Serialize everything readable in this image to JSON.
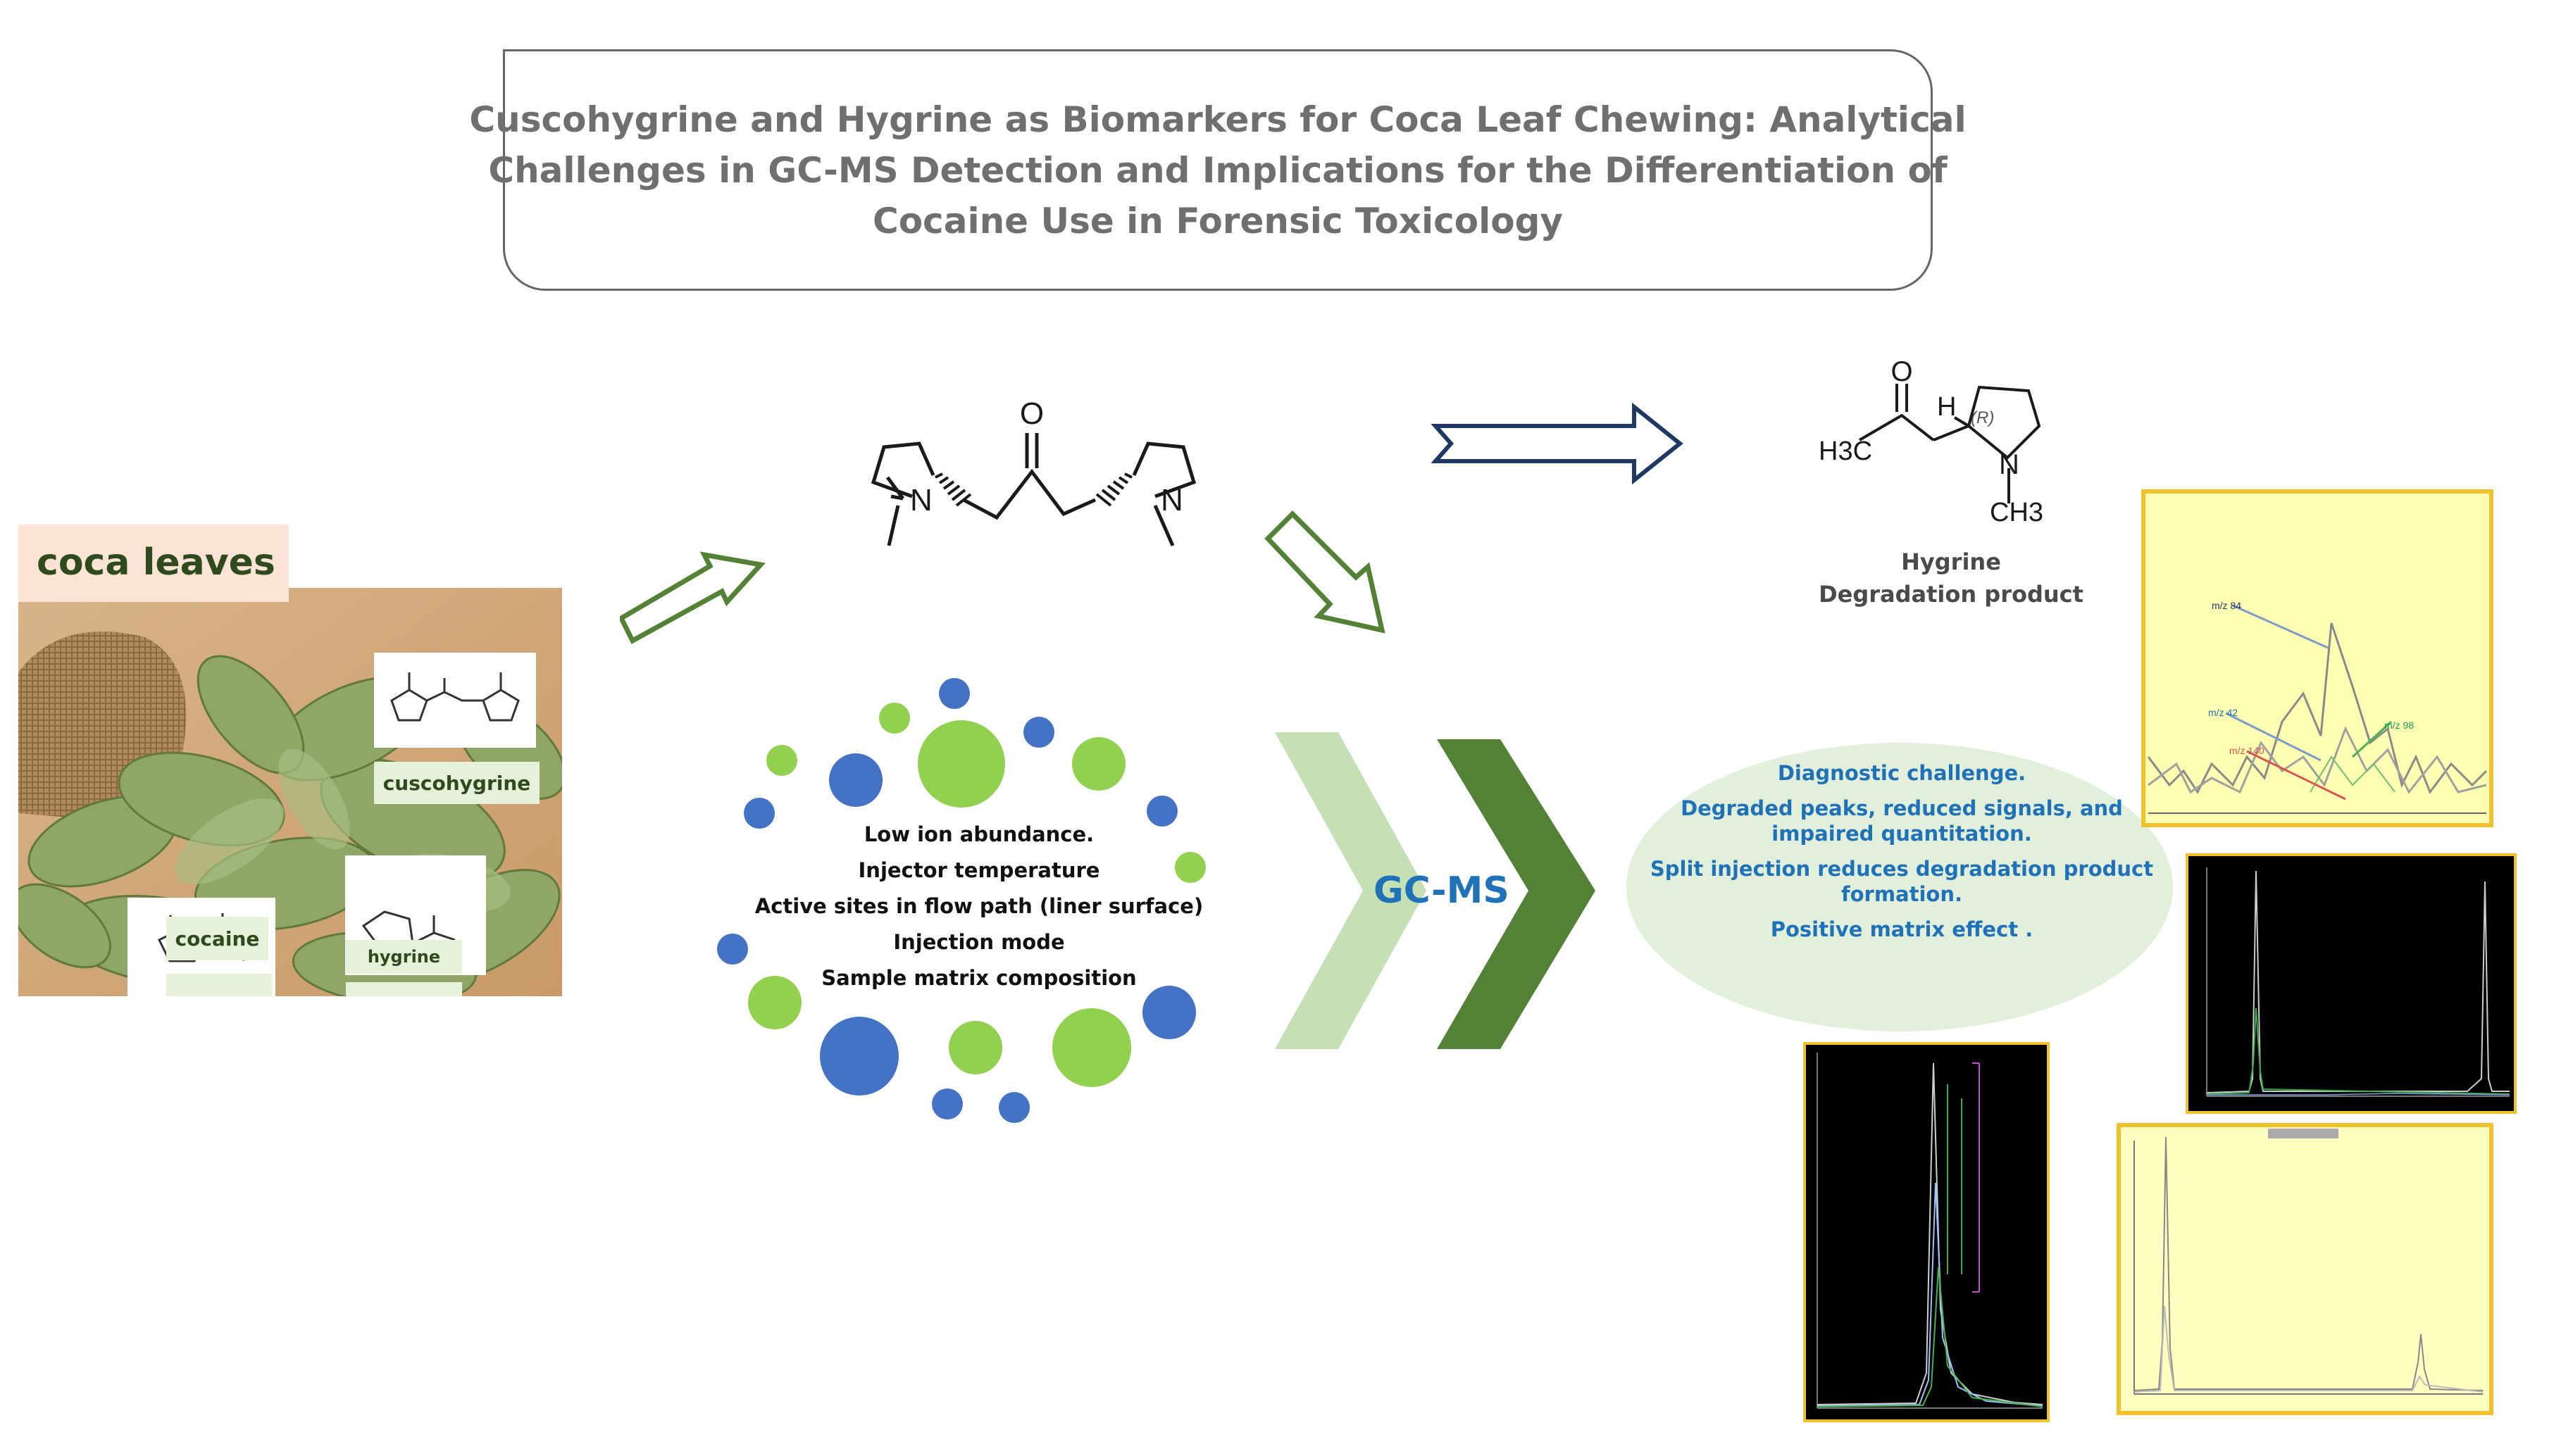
{
  "title": {
    "lines": [
      "Cuscohygrine and Hygrine as Biomarkers for Coca Leaf Chewing: Analytical",
      "Challenges in GC-MS Detection and Implications for the Differentiation of",
      "Cocaine Use in Forensic Toxicology"
    ]
  },
  "coca": {
    "label": "coca leaves",
    "compounds": {
      "cuscohygrine": "cuscohygrine",
      "cocaine": "cocaine",
      "hygrine": "hygrine"
    }
  },
  "causes": [
    "Low ion abundance.",
    "Injector temperature",
    "Active sites in flow path (liner surface)",
    "Injection mode",
    "Sample matrix composition"
  ],
  "gcms_label": "GC-MS",
  "product": {
    "name": "Hygrine",
    "caption": "Degradation product"
  },
  "diagnostic": [
    "Diagnostic challenge.",
    "Degraded peaks, reduced signals, and impaired quantitation.",
    "Split injection reduces degradation product formation.",
    "Positive matrix effect ."
  ],
  "molecule_labels": {
    "nitrogen": "N",
    "oxygen": "O",
    "methyl_carbon": "H3C",
    "methyl_n": "CH3",
    "hydrogen": "H",
    "stereo": "(R)"
  },
  "spectrum_labels": {
    "m84": "m/z 84",
    "m42": "m/z 42",
    "m98": "m/z 98",
    "m140": "m/z 140"
  },
  "colors": {
    "title_text": "#6f6f6f",
    "green_dark": "#538135",
    "green_light": "#c5e0b4",
    "bubble_green": "#92d050",
    "bubble_blue": "#4472c4",
    "text_blue": "#1f72b8",
    "navy": "#1f3864",
    "panel_yellow": "#ffffb3",
    "panel_border": "#f2c12e"
  }
}
